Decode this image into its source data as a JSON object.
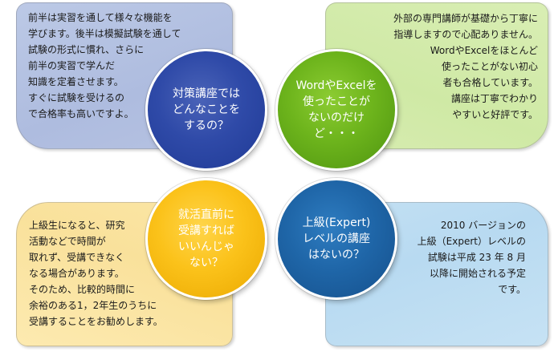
{
  "panels": {
    "top_left": "前半は実習を通して様々な機能を\n学びます。後半は模擬試験を通して\n試験の形式に慣れ、さらに\n前半の実習で学んだ\n知識を定着させます。\nすぐに試験を受けるの\nで合格率も高いですよ。",
    "top_right": "外部の専門講師が基礎から丁寧に\n指導しますので心配ありません。\nWordやExcelをほとんど\n使ったことがない初心\n者も合格しています。\n講座は丁寧でわかり\nやすいと好評です。",
    "bottom_left": "上級生になると、研究\n活動などで時間が\n取れず、受講できなく\nなる場合があります。\nそのため、比較的時間に\n余裕のある1，2年生のうちに\n受講することをお勧めします。",
    "bottom_right": "2010 バージョンの\n上級（Expert）レベルの\n試験は平成 23 年 8 月\n以降に開始される予定\nです。"
  },
  "circles": {
    "top_left": "対策講座では\nどんなことを\nするの？",
    "top_right": "WordやExcelを\n使ったことが\nないのだけ\nど・・・",
    "bottom_left": "就活直前に\n受講すれば\nいいんじゃ\nない？",
    "bottom_right": "上級(Expert)\nレベルの講座\nはないの？"
  },
  "colors": {
    "circle_top_left": "#2f4aa8",
    "circle_top_right": "#6db41c",
    "circle_bottom_left": "#fbc21a",
    "circle_bottom_right": "#1f66a8",
    "panel_top_left": "#b4c2e2",
    "panel_top_right": "#d4eaaa",
    "panel_bottom_left": "#fbe4a2",
    "panel_bottom_right": "#bedcf2"
  }
}
